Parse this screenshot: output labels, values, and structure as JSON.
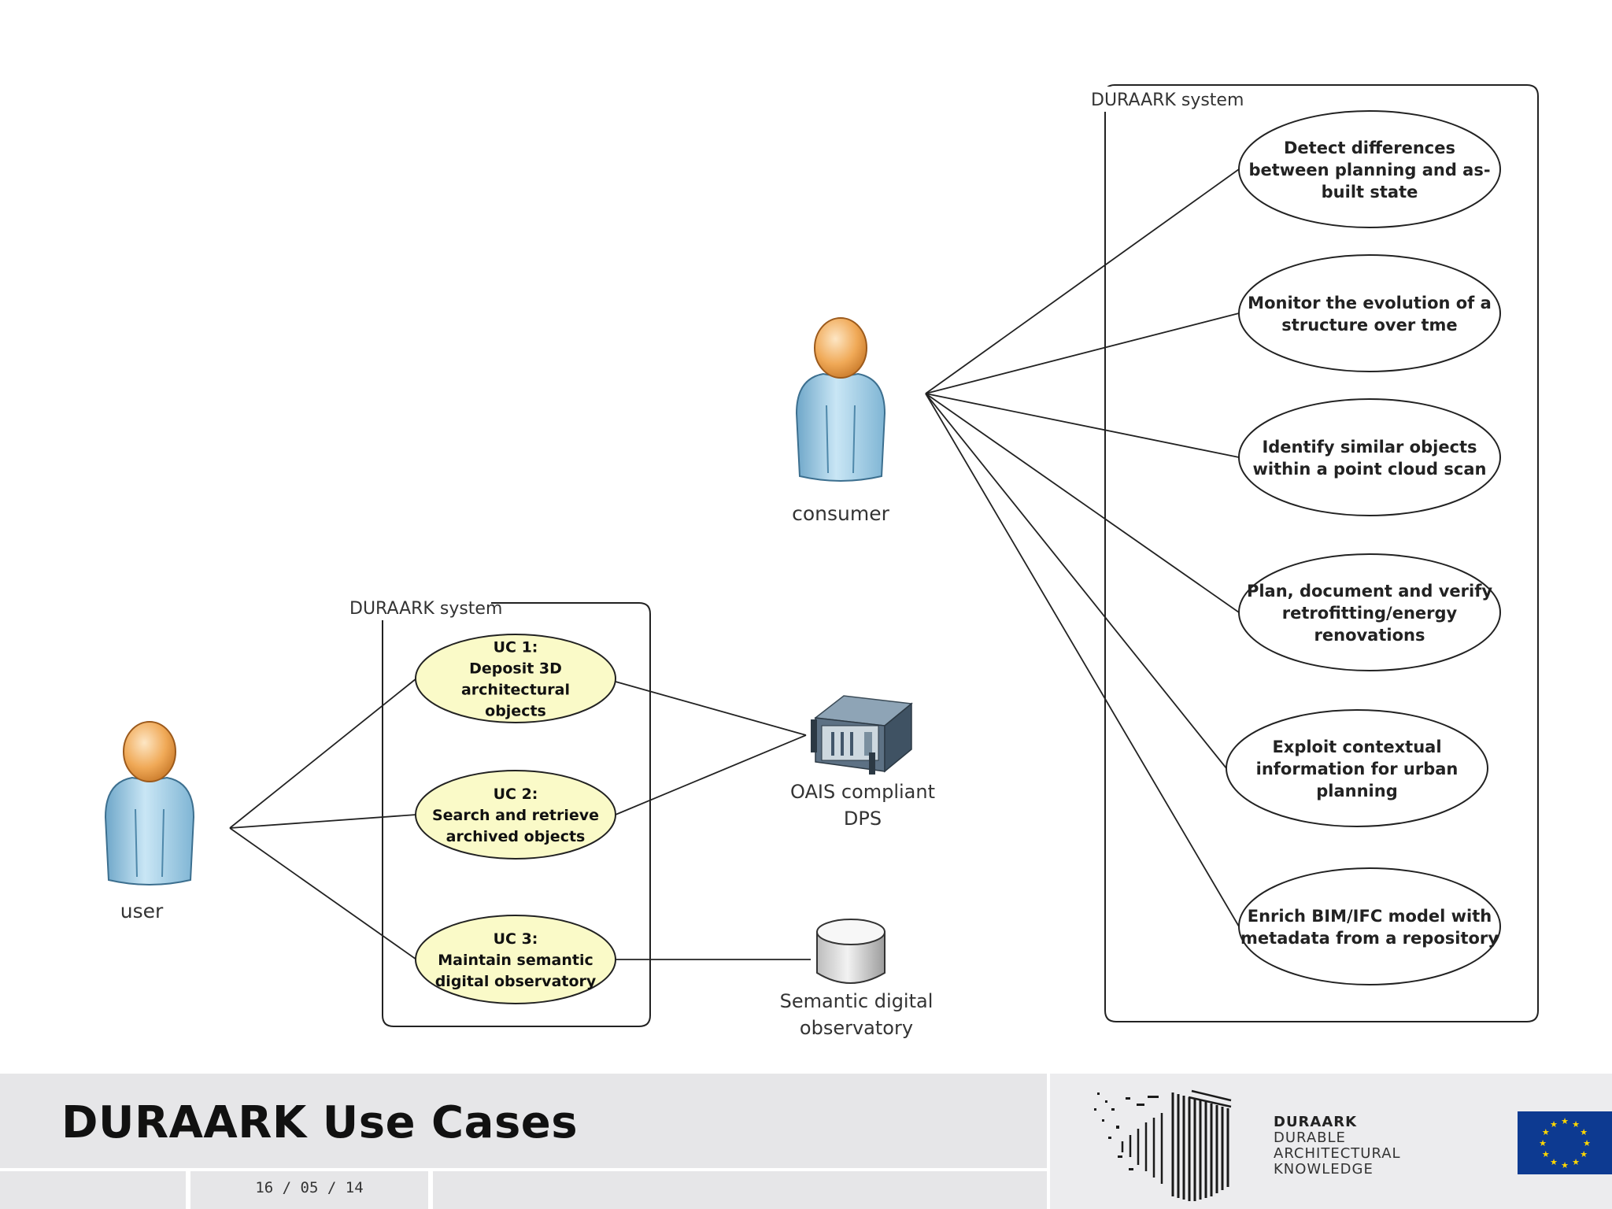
{
  "diagram": {
    "system_label_right": "DURAARK system",
    "system_label_left": "DURAARK system",
    "actors": {
      "consumer": "consumer",
      "user": "user"
    },
    "consumer_use_cases": [
      [
        "Detect differences",
        "between planning and as-",
        "built state"
      ],
      [
        "Monitor the evolution of a",
        "structure over tme"
      ],
      [
        "Identify similar objects",
        "within a point cloud scan"
      ],
      [
        "Plan, document and verify",
        "retrofitting/energy",
        "renovations"
      ],
      [
        "Exploit contextual",
        "information for urban",
        "planning"
      ],
      [
        "Enrich BIM/IFC model with",
        "metadata from a repository"
      ]
    ],
    "user_use_cases": [
      [
        "UC 1:",
        "Deposit 3D",
        "architectural",
        "objects"
      ],
      [
        "UC 2:",
        "Search and retrieve",
        "archived objects"
      ],
      [
        "UC 3:",
        "Maintain semantic",
        "digital observatory"
      ]
    ],
    "systems": {
      "oais": [
        "OAIS compliant",
        "DPS"
      ],
      "sdo": [
        "Semantic digital",
        "observatory"
      ]
    },
    "colors": {
      "user_uc_fill": "#fafac8",
      "actor_body": "#a9d3ea",
      "actor_head": "#f0a957"
    }
  },
  "footer": {
    "title": "DURAARK Use Cases",
    "date": "16 / 05 / 14",
    "logo_brand": "DURAARK",
    "logo_line1": "DURABLE",
    "logo_line2": "ARCHITECTURAL",
    "logo_line3": "KNOWLEDGE"
  }
}
